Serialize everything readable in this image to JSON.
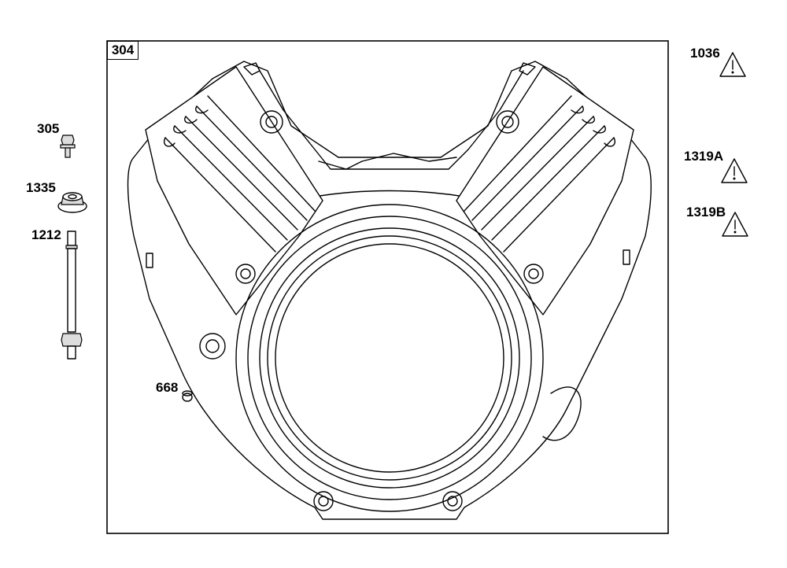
{
  "diagram": {
    "main_part": "304",
    "parts": [
      {
        "id": "305"
      },
      {
        "id": "1335"
      },
      {
        "id": "1212"
      },
      {
        "id": "668"
      }
    ],
    "warnings": [
      {
        "id": "1036"
      },
      {
        "id": "1319A"
      },
      {
        "id": "1319B"
      }
    ]
  }
}
